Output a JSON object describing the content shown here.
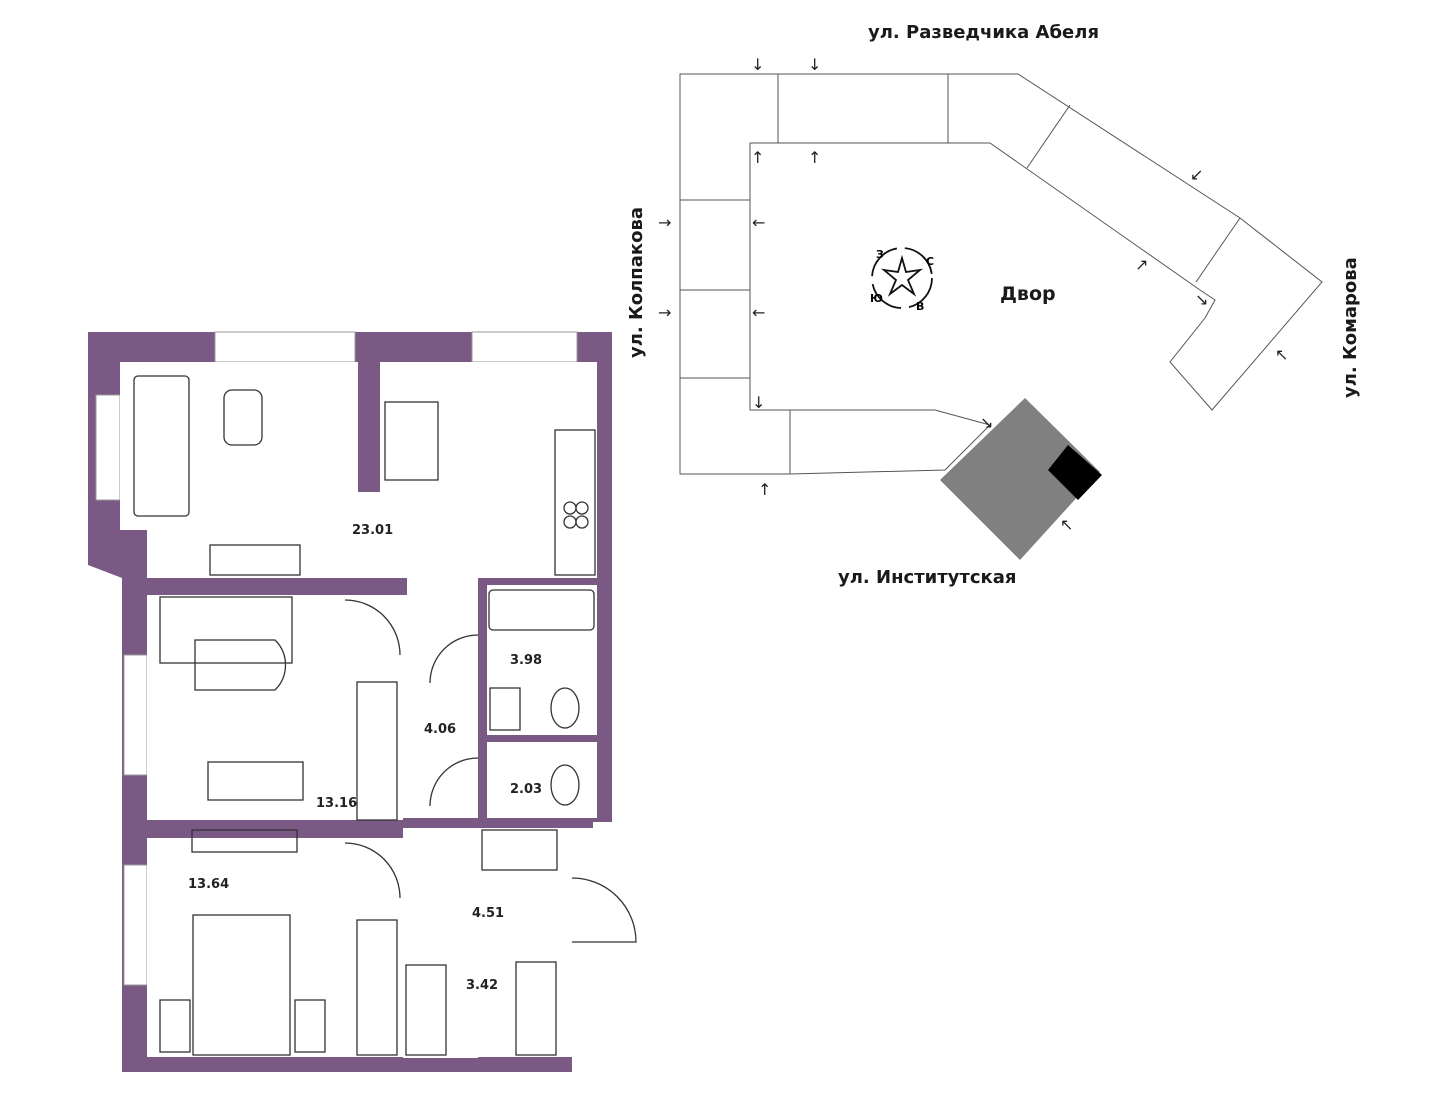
{
  "colors": {
    "wall": "#7a5a85",
    "building": "#808080",
    "section": "#000000"
  },
  "rooms": [
    {
      "name": "living-kitchen",
      "area": "23.01"
    },
    {
      "name": "bedroom-1",
      "area": "13.16"
    },
    {
      "name": "corridor",
      "area": "4.06"
    },
    {
      "name": "bathroom",
      "area": "3.98"
    },
    {
      "name": "toilet",
      "area": "2.03"
    },
    {
      "name": "bedroom-2",
      "area": "13.64"
    },
    {
      "name": "hall",
      "area": "4.51"
    },
    {
      "name": "storage",
      "area": "3.42"
    }
  ],
  "site": {
    "streets": {
      "north": "ул. Разведчика Абеля",
      "west": "ул. Колпакова",
      "east": "ул. Комарова",
      "south": "ул. Институтская"
    },
    "yard": "Двор",
    "compass": {
      "n": "С",
      "e": "В",
      "s": "Ю",
      "w": "З"
    }
  }
}
